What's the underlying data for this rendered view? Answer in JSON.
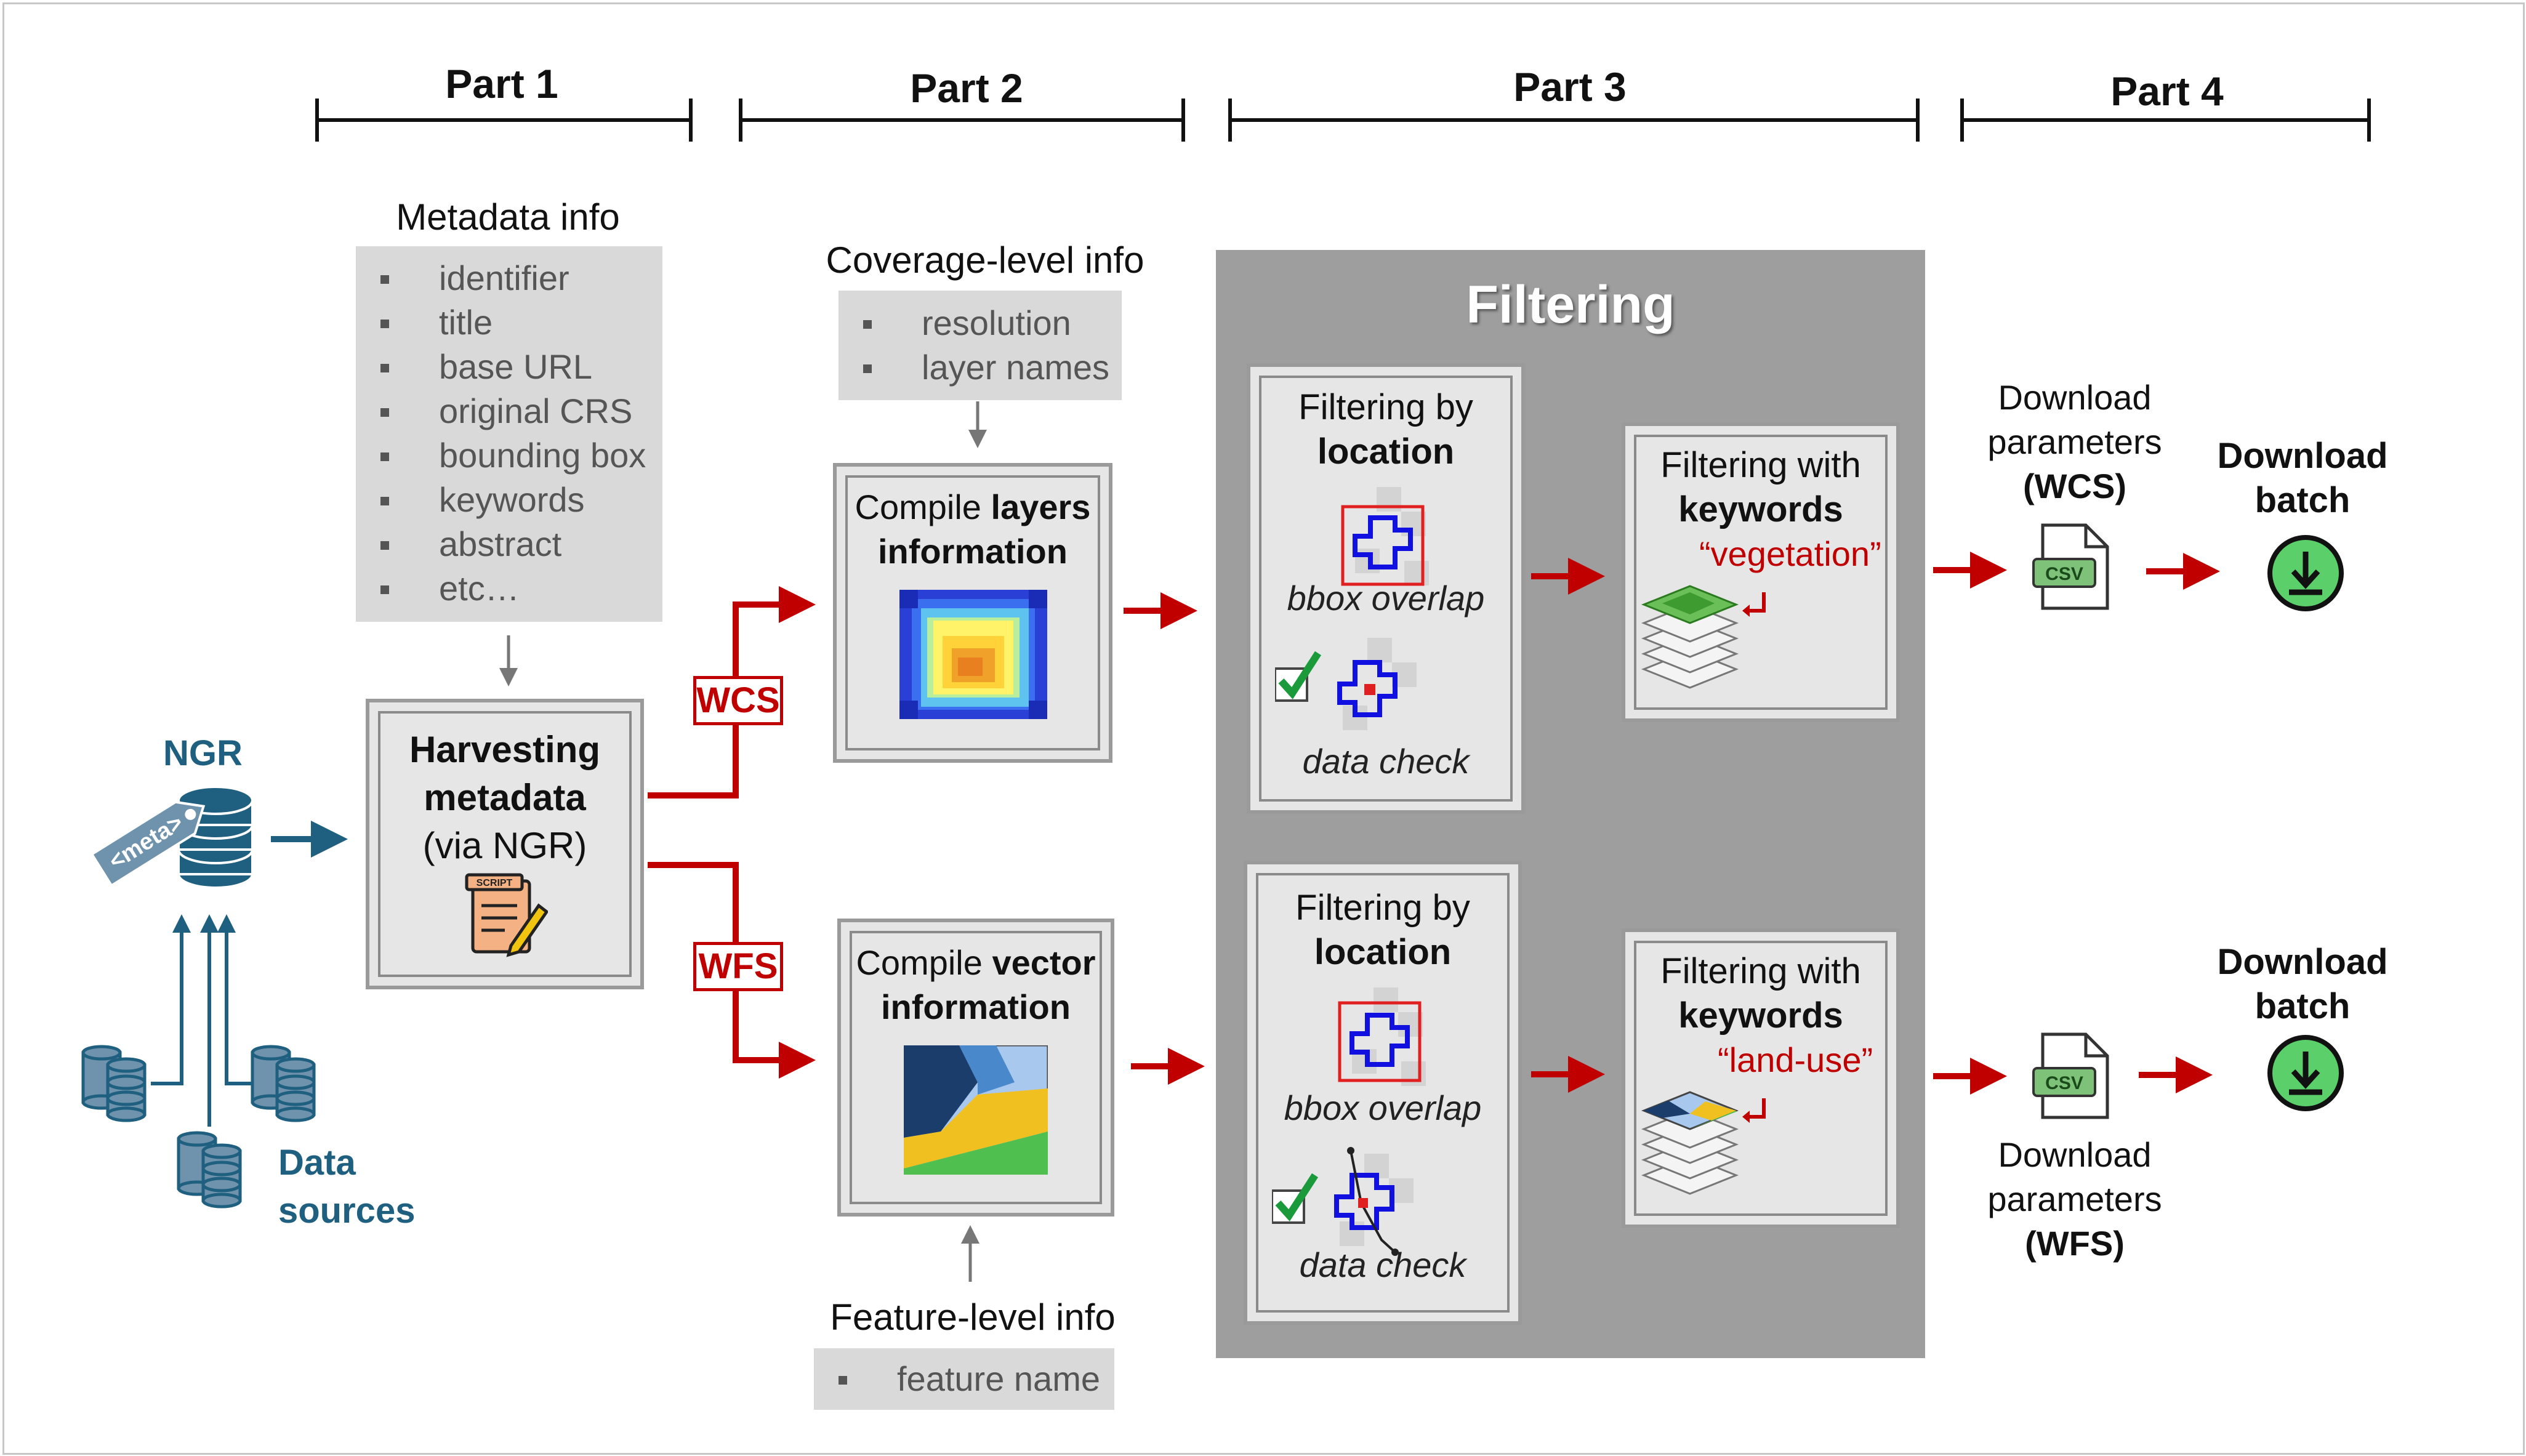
{
  "parts": [
    "Part 1",
    "Part 2",
    "Part 3",
    "Part 4"
  ],
  "ngr": {
    "label": "NGR",
    "tag_text": "<meta>"
  },
  "data_sources": {
    "line1": "Data",
    "line2": "sources"
  },
  "metadata_info": {
    "title": "Metadata info",
    "items": [
      "identifier",
      "title",
      "base URL",
      "original CRS",
      "bounding box",
      "keywords",
      "abstract",
      "etc…"
    ]
  },
  "harvesting": {
    "line1": "Harvesting",
    "line2": "metadata",
    "line3": "(via NGR)",
    "icon": "script-icon",
    "script_label": "SCRIPT"
  },
  "wcs_tag": "WCS",
  "wfs_tag": "WFS",
  "coverage_info": {
    "title": "Coverage-level info",
    "items": [
      "resolution",
      "layer names"
    ]
  },
  "compile_layers": {
    "prefix": "Compile",
    "bold1": "layers",
    "bold2": "information"
  },
  "compile_vector": {
    "prefix": "Compile",
    "bold1": "vector",
    "bold2": "information"
  },
  "feature_info": {
    "title": "Feature-level info",
    "items": [
      "feature name"
    ]
  },
  "filtering": {
    "title": "Filtering",
    "location_top": {
      "line1": "Filtering by",
      "line2": "location",
      "caption1": "bbox overlap",
      "caption2": "data check"
    },
    "location_bottom": {
      "line1": "Filtering by",
      "line2": "location",
      "caption1": "bbox overlap",
      "caption2": "data check"
    },
    "keywords_top": {
      "line1": "Filtering with",
      "line2": "keywords",
      "keyword": "“vegetation”"
    },
    "keywords_bottom": {
      "line1": "Filtering with",
      "line2": "keywords",
      "keyword": "“land-use”"
    }
  },
  "download_top": {
    "params1": "Download",
    "params2": "parameters",
    "params3": "(WCS)",
    "batch1": "Download",
    "batch2": "batch",
    "csv": "CSV"
  },
  "download_bottom": {
    "params1": "Download",
    "params2": "parameters",
    "params3": "(WFS)",
    "batch1": "Download",
    "batch2": "batch",
    "csv": "CSV"
  },
  "colors": {
    "red_arrow": "#c00000",
    "blue_arrow": "#1f5f7f",
    "gray_panel": "#9e9e9e",
    "green": "#4caf50"
  }
}
